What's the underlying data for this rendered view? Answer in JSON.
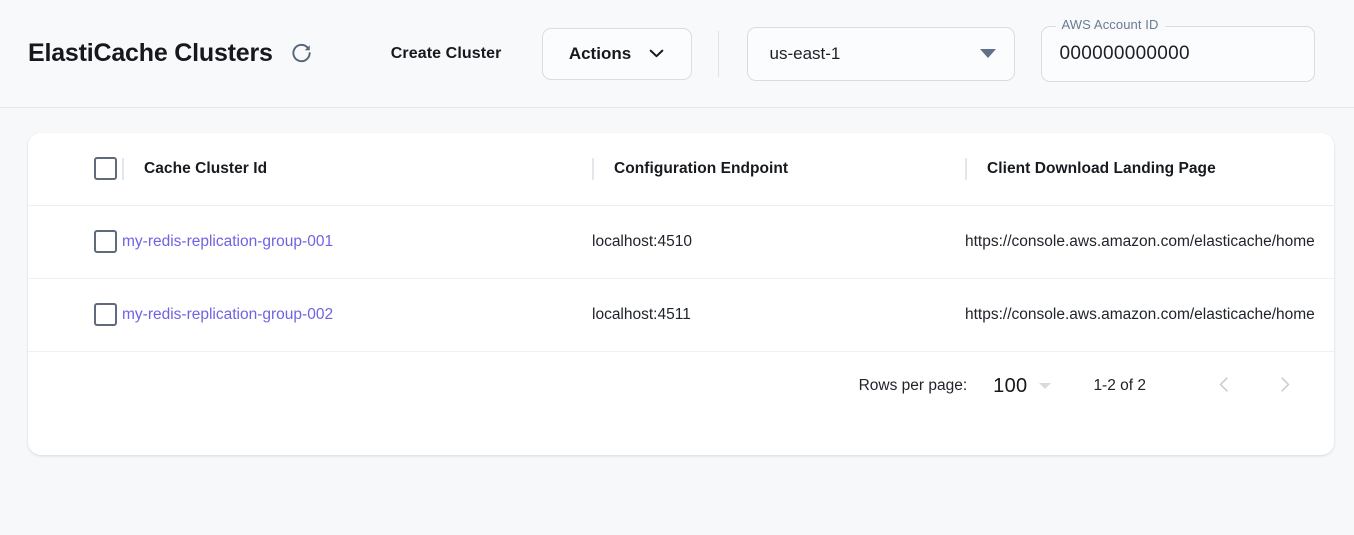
{
  "header": {
    "title": "ElastiCache Clusters",
    "refresh_icon": "refresh-icon",
    "create_cluster_label": "Create Cluster",
    "actions_label": "Actions",
    "actions_chevron_icon": "chevron-down-icon",
    "region": {
      "selected": "us-east-1",
      "dropdown_icon": "triangle-down-icon"
    },
    "account": {
      "label": "AWS Account ID",
      "value": "000000000000"
    }
  },
  "table": {
    "columns": [
      {
        "key": "select",
        "label": ""
      },
      {
        "key": "cluster_id",
        "label": "Cache Cluster Id"
      },
      {
        "key": "endpoint",
        "label": "Configuration Endpoint"
      },
      {
        "key": "landing_page",
        "label": "Client Download Landing Page"
      }
    ],
    "rows": [
      {
        "cluster_id": "my-redis-replication-group-001",
        "endpoint": "localhost:4510",
        "landing_page": "https://console.aws.amazon.com/elasticache/home"
      },
      {
        "cluster_id": "my-redis-replication-group-002",
        "endpoint": "localhost:4511",
        "landing_page": "https://console.aws.amazon.com/elasticache/home"
      }
    ]
  },
  "pagination": {
    "rows_per_page_label": "Rows per page:",
    "rows_per_page_value": "100",
    "range_label": "1-2 of 2",
    "prev_icon": "chevron-left-icon",
    "next_icon": "chevron-right-icon"
  },
  "colors": {
    "link": "#6f63e2",
    "page_background": "#f7f8fa",
    "card_background": "#ffffff",
    "checkbox_border": "#5f6b7a"
  }
}
